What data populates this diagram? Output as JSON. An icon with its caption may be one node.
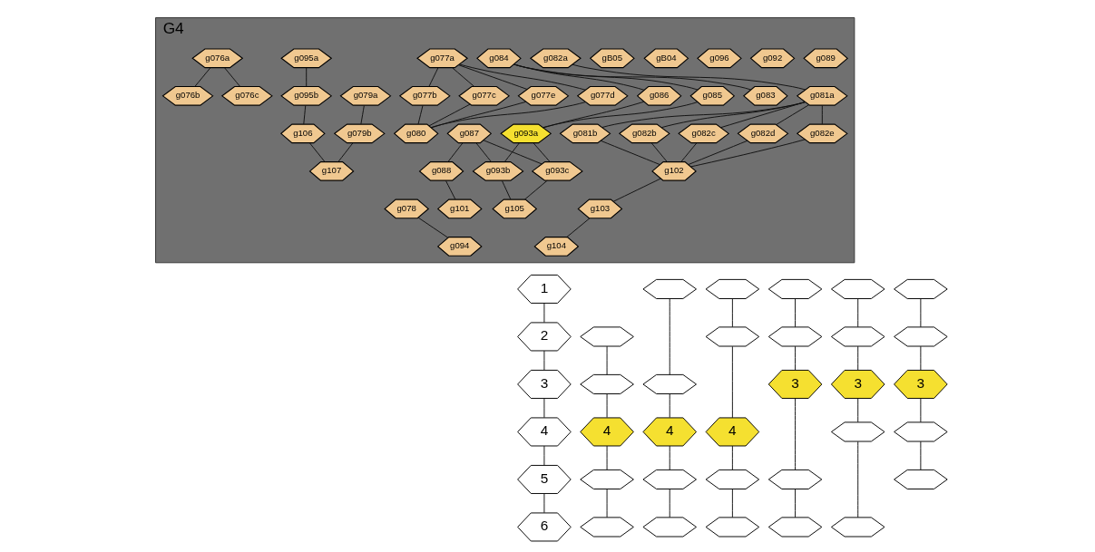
{
  "diagram": {
    "nodes": [
      {
        "text": [
          "G4"
        ]
      },
      {
        "text": [
          "g089"
        ],
        "in": 0
      },
      {
        "text": [
          "g092"
        ],
        "in": 0
      },
      {
        "text": [
          "g096"
        ],
        "in": 0
      },
      {
        "text": [
          "gB04"
        ],
        "in": 0
      },
      {
        "text": [
          "gB05"
        ],
        "in": 0
      },
      {
        "text": [
          "g082a"
        ],
        "in": 0
      },
      {
        "text": [
          "g081a"
        ],
        "in": 0
      },
      {
        "text": [
          "g081b"
        ],
        "in": 0
      },
      {
        "text": [
          "g082b"
        ],
        "in": 0
      },
      {
        "text": [
          "g082c"
        ],
        "in": 0
      },
      {
        "text": [
          "g082d"
        ],
        "in": 0
      },
      {
        "text": [
          "g082e"
        ],
        "in": 0
      },
      {
        "text": [
          "g102"
        ],
        "in": 0
      },
      {
        "text": [
          "g103"
        ],
        "in": 0
      },
      {
        "text": [
          "g104"
        ],
        "in": 0
      },
      {
        "text": [
          "g084"
        ],
        "in": 0
      },
      {
        "text": [
          "g086"
        ],
        "in": 0
      },
      {
        "text": [
          "g085"
        ],
        "in": 0
      },
      {
        "text": [
          "g093a"
        ],
        "in": 0
      },
      {
        "text": [
          "g093c"
        ],
        "in": 0
      },
      {
        "text": [
          "g093b"
        ],
        "in": 0
      },
      {
        "text": [
          "g105"
        ],
        "in": 0
      },
      {
        "text": [
          "g083"
        ],
        "in": 0
      },
      {
        "text": [
          "g087"
        ],
        "in": 0
      },
      {
        "text": [
          "g088"
        ],
        "in": 0
      },
      {
        "text": [
          "g101"
        ],
        "in": 0
      },
      {
        "text": [
          "g077a"
        ],
        "in": 0
      },
      {
        "text": [
          "g077b"
        ],
        "in": 0
      },
      {
        "text": [
          "g077c"
        ],
        "in": 0
      },
      {
        "text": [
          "g077e"
        ],
        "in": 0
      },
      {
        "text": [
          "g077d"
        ],
        "in": 0
      },
      {
        "text": [
          "g080"
        ],
        "in": 0
      },
      {
        "text": [
          "g079a"
        ],
        "in": 0
      },
      {
        "text": [
          "g095a"
        ],
        "in": 0
      },
      {
        "text": [
          "g079b"
        ],
        "in": 0
      },
      {
        "text": [
          "g095b"
        ],
        "in": 0
      },
      {
        "text": [
          "g106"
        ],
        "in": 0
      },
      {
        "text": [
          "g107"
        ],
        "in": 0
      },
      {
        "text": [
          "g076a"
        ],
        "in": 0
      },
      {
        "text": [
          "g076b"
        ],
        "in": 0
      },
      {
        "text": [
          "g076c"
        ],
        "in": 0
      },
      {
        "text": [
          "g078"
        ],
        "in": 0
      },
      {
        "text": [
          "g094"
        ],
        "in": 0
      },
      {
        "text": [
          "1"
        ]
      },
      {
        "text": [
          "2"
        ]
      },
      {
        "text": [
          "3"
        ]
      },
      {
        "text": [
          "4"
        ]
      },
      {
        "text": [
          "5"
        ]
      },
      {
        "text": [
          "6"
        ]
      },
      {
        "text": [],
        "shape": "hexagon"
      },
      {
        "text": [],
        "shape": "hexagon"
      },
      {
        "text": [
          "4"
        ]
      },
      {
        "text": [],
        "shape": "hexagon"
      },
      {
        "text": [],
        "shape": "hexagon"
      },
      {
        "text": [],
        "shape": "hexagon"
      },
      {
        "text": [],
        "shape": "hexagon"
      },
      {
        "text": [
          "4"
        ]
      },
      {
        "text": [],
        "shape": "hexagon"
      },
      {
        "text": [],
        "shape": "hexagon"
      },
      {
        "text": [],
        "shape": "hexagon"
      },
      {
        "text": [],
        "shape": "hexagon"
      },
      {
        "text": [
          "4"
        ]
      },
      {
        "text": [],
        "shape": "hexagon"
      },
      {
        "text": [],
        "shape": "hexagon"
      },
      {
        "text": [],
        "shape": "hexagon"
      },
      {
        "text": [],
        "shape": "hexagon"
      },
      {
        "text": [
          "3"
        ]
      },
      {
        "text": [],
        "shape": "hexagon"
      },
      {
        "text": [],
        "shape": "hexagon"
      },
      {
        "text": [],
        "shape": "hexagon"
      },
      {
        "text": [],
        "shape": "hexagon"
      },
      {
        "text": [
          "3"
        ]
      },
      {
        "text": [],
        "shape": "hexagon"
      },
      {
        "text": [],
        "shape": "hexagon"
      },
      {
        "text": [],
        "shape": "hexagon"
      },
      {
        "text": [],
        "shape": "hexagon"
      },
      {
        "text": [
          "3"
        ]
      },
      {
        "text": [],
        "shape": "hexagon"
      },
      {
        "text": [],
        "shape": "hexagon"
      }
    ],
    "edges": [
      {
        "from": 6,
        "to": 7,
        "arrow": "none"
      },
      {
        "from": 7,
        "to": 8,
        "arrow": "none"
      },
      {
        "from": 7,
        "to": 9,
        "arrow": "none"
      },
      {
        "from": 7,
        "to": 10,
        "arrow": "none"
      },
      {
        "from": 7,
        "to": 11,
        "arrow": "none"
      },
      {
        "from": 7,
        "to": 12,
        "arrow": "none"
      },
      {
        "from": 8,
        "to": 13,
        "arrow": "none"
      },
      {
        "from": 9,
        "to": 13,
        "arrow": "none"
      },
      {
        "from": 10,
        "to": 13,
        "arrow": "none"
      },
      {
        "from": 11,
        "to": 13,
        "arrow": "none"
      },
      {
        "from": 12,
        "to": 13,
        "arrow": "none"
      },
      {
        "from": 13,
        "to": 14,
        "arrow": "none"
      },
      {
        "from": 14,
        "to": 15,
        "arrow": "none"
      },
      {
        "from": 16,
        "to": 17,
        "arrow": "none"
      },
      {
        "from": 16,
        "to": 18,
        "arrow": "none"
      },
      {
        "from": 16,
        "to": 23,
        "arrow": "none"
      },
      {
        "from": 17,
        "to": 19,
        "arrow": "none"
      },
      {
        "from": 18,
        "to": 19,
        "arrow": "none"
      },
      {
        "from": 19,
        "to": 20,
        "arrow": "none"
      },
      {
        "from": 19,
        "to": 21,
        "arrow": "none"
      },
      {
        "from": 24,
        "to": 20,
        "arrow": "none"
      },
      {
        "from": 24,
        "to": 21,
        "arrow": "none"
      },
      {
        "from": 20,
        "to": 22,
        "arrow": "none"
      },
      {
        "from": 21,
        "to": 22,
        "arrow": "none"
      },
      {
        "from": 24,
        "to": 25,
        "arrow": "none"
      },
      {
        "from": 25,
        "to": 26,
        "arrow": "none"
      },
      {
        "from": 27,
        "to": 28,
        "arrow": "none"
      },
      {
        "from": 27,
        "to": 29,
        "arrow": "none"
      },
      {
        "from": 27,
        "to": 30,
        "arrow": "none"
      },
      {
        "from": 27,
        "to": 31,
        "arrow": "none"
      },
      {
        "from": 28,
        "to": 32,
        "arrow": "none"
      },
      {
        "from": 29,
        "to": 32,
        "arrow": "none"
      },
      {
        "from": 30,
        "to": 32,
        "arrow": "none"
      },
      {
        "from": 31,
        "to": 32,
        "arrow": "none"
      },
      {
        "from": 33,
        "to": 35,
        "arrow": "none"
      },
      {
        "from": 34,
        "to": 36,
        "arrow": "none"
      },
      {
        "from": 36,
        "to": 37,
        "arrow": "none"
      },
      {
        "from": 35,
        "to": 38,
        "arrow": "none"
      },
      {
        "from": 37,
        "to": 38,
        "arrow": "none"
      },
      {
        "from": 39,
        "to": 40,
        "arrow": "none"
      },
      {
        "from": 39,
        "to": 41,
        "arrow": "none"
      },
      {
        "from": 42,
        "to": 43,
        "arrow": "none"
      },
      {
        "from": 44,
        "to": 45,
        "arrow": "none"
      },
      {
        "from": 45,
        "to": 46,
        "arrow": "none"
      },
      {
        "from": 46,
        "to": 47,
        "arrow": "none"
      },
      {
        "from": 47,
        "to": 48,
        "arrow": "none"
      },
      {
        "from": 48,
        "to": 49,
        "arrow": "none"
      },
      {
        "from": 50,
        "to": 51,
        "arrow": "none"
      },
      {
        "from": 51,
        "to": 52,
        "arrow": "none"
      },
      {
        "from": 52,
        "to": 53,
        "arrow": "none"
      },
      {
        "from": 53,
        "to": 54,
        "arrow": "none"
      },
      {
        "from": 55,
        "to": 56,
        "arrow": "none"
      },
      {
        "from": 56,
        "to": 57,
        "arrow": "none"
      },
      {
        "from": 57,
        "to": 58,
        "arrow": "none"
      },
      {
        "from": 58,
        "to": 59,
        "arrow": "none"
      },
      {
        "from": 60,
        "to": 61,
        "arrow": "none"
      },
      {
        "from": 61,
        "to": 62,
        "arrow": "none"
      },
      {
        "from": 62,
        "to": 63,
        "arrow": "none"
      },
      {
        "from": 63,
        "to": 64,
        "arrow": "none"
      },
      {
        "from": 65,
        "to": 66,
        "arrow": "none"
      },
      {
        "from": 66,
        "to": 67,
        "arrow": "none"
      },
      {
        "from": 67,
        "to": 68,
        "arrow": "none"
      },
      {
        "from": 68,
        "to": 69,
        "arrow": "none"
      },
      {
        "from": 70,
        "to": 71,
        "arrow": "none"
      },
      {
        "from": 71,
        "to": 72,
        "arrow": "none"
      },
      {
        "from": 72,
        "to": 73,
        "arrow": "none"
      },
      {
        "from": 73,
        "to": 74,
        "arrow": "none"
      },
      {
        "from": 75,
        "to": 76,
        "arrow": "none"
      },
      {
        "from": 76,
        "to": 77,
        "arrow": "none"
      },
      {
        "from": 77,
        "to": 78,
        "arrow": "none"
      },
      {
        "from": 78,
        "to": 79,
        "arrow": "none"
      }
    ]
  }
}
